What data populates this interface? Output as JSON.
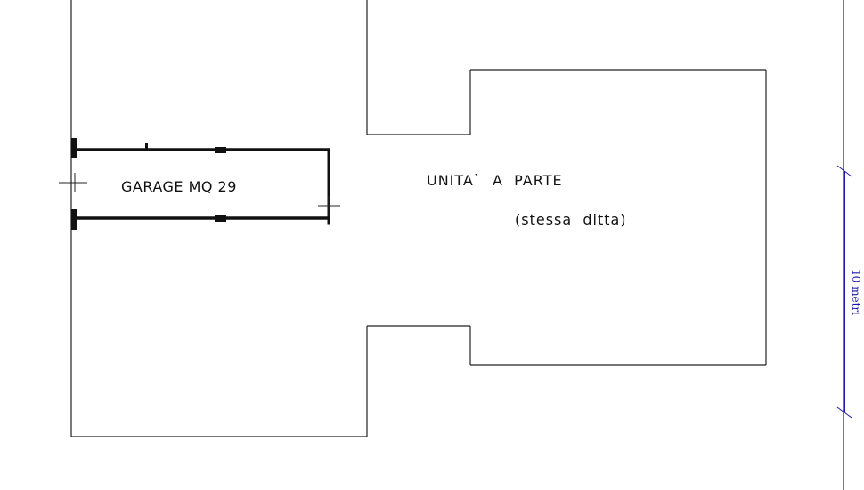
{
  "plan": {
    "garage_label": "GARAGE MQ 29",
    "unit_label": "UNITA`  A  PARTE",
    "unit_sublabel": "(stessa  ditta)"
  },
  "scale_bar": {
    "label": "10 metri",
    "color": "#1a1aa6"
  },
  "colors": {
    "line": "#222222",
    "wall": "#111111"
  }
}
